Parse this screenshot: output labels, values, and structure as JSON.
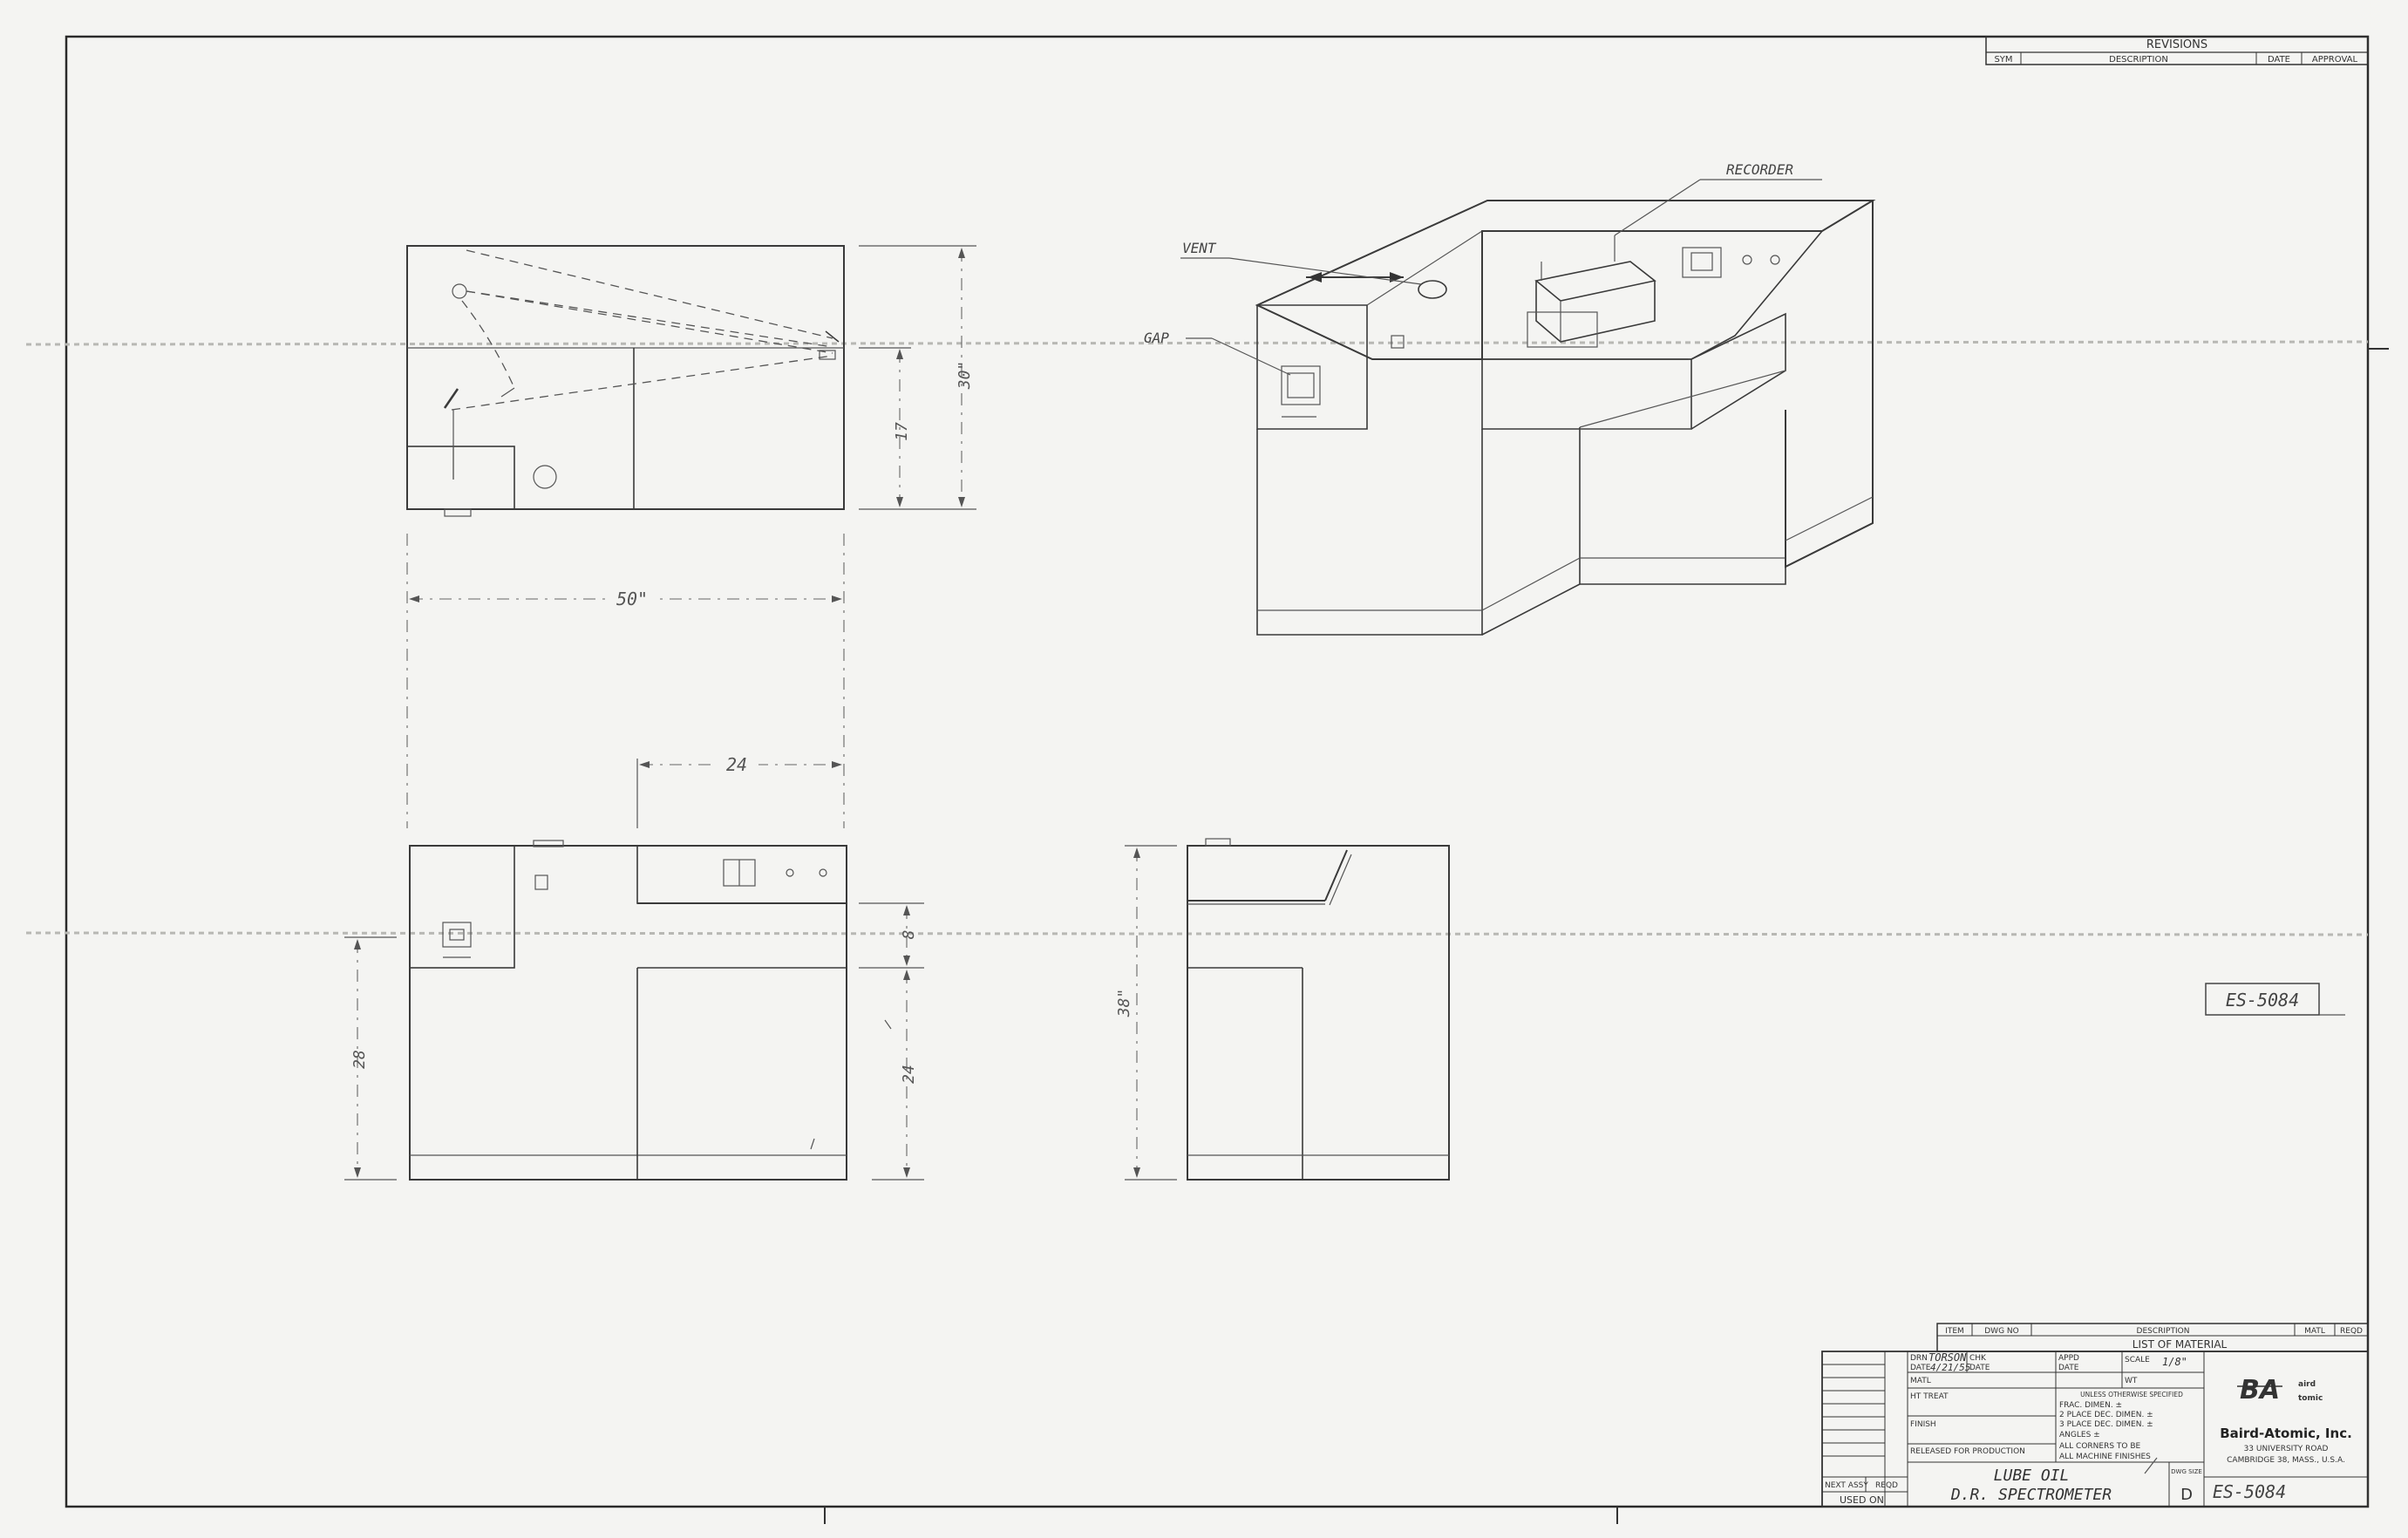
{
  "revisions": {
    "title": "REVISIONS",
    "col_sym": "SYM",
    "col_description": "DESCRIPTION",
    "col_date": "DATE",
    "col_approval": "APPROVAL"
  },
  "callouts": {
    "recorder": "RECORDER",
    "vent": "VENT",
    "gap": "GAP"
  },
  "dimensions": {
    "d30": "30\"",
    "d17": "17",
    "d50": "50\"",
    "d24_horizontal": "24",
    "d8": "8",
    "d24_vertical": "24",
    "d38": "38\"",
    "d28": "28"
  },
  "stamp_number": "ES-5084",
  "bill_of_material": {
    "col_item": "ITEM",
    "col_dwg_no": "DWG NO",
    "col_description": "DESCRIPTION",
    "col_matl": "MATL",
    "col_reqd": "REQD",
    "title": "LIST OF MATERIAL"
  },
  "title_block": {
    "drawn_label": "DRN",
    "drawn_value": "TORSON",
    "date_label": "DATE",
    "date_value": "4/21/55",
    "chk_label": "CHK",
    "chk_date_label": "DATE",
    "appd_label": "APPD",
    "appd_date_label": "DATE",
    "scale_label": "SCALE",
    "scale_value": "1/8\"",
    "matl_label": "MATL",
    "wt_label": "WT",
    "ht_treat_label": "HT TREAT",
    "finish_label": "FINISH",
    "released_label": "RELEASED FOR PRODUCTION",
    "tolerance_heading": "UNLESS OTHERWISE SPECIFIED",
    "tolerance_lines": [
      "FRAC. DIMEN. ±",
      "2 PLACE DEC. DIMEN. ±",
      "3 PLACE DEC. DIMEN. ±",
      "ANGLES ±",
      "ALL CORNERS TO BE",
      "ALL MACHINE FINISHES"
    ],
    "next_assy_label": "NEXT ASSY",
    "reqd_label": "REQD",
    "used_on_label": "USED ON",
    "title_line1": "LUBE OIL",
    "title_line2": "D.R. SPECTROMETER",
    "dwg_size_label": "DWG SIZE",
    "dwg_size_value": "D",
    "drawing_number": "ES-5084"
  },
  "company": {
    "logo_letters": "BA",
    "logo_word1": "aird",
    "logo_word2": "tomic",
    "name": "Baird-Atomic, Inc.",
    "address_line1": "33 UNIVERSITY ROAD",
    "address_line2": "CAMBRIDGE 38, MASS., U.S.A."
  }
}
